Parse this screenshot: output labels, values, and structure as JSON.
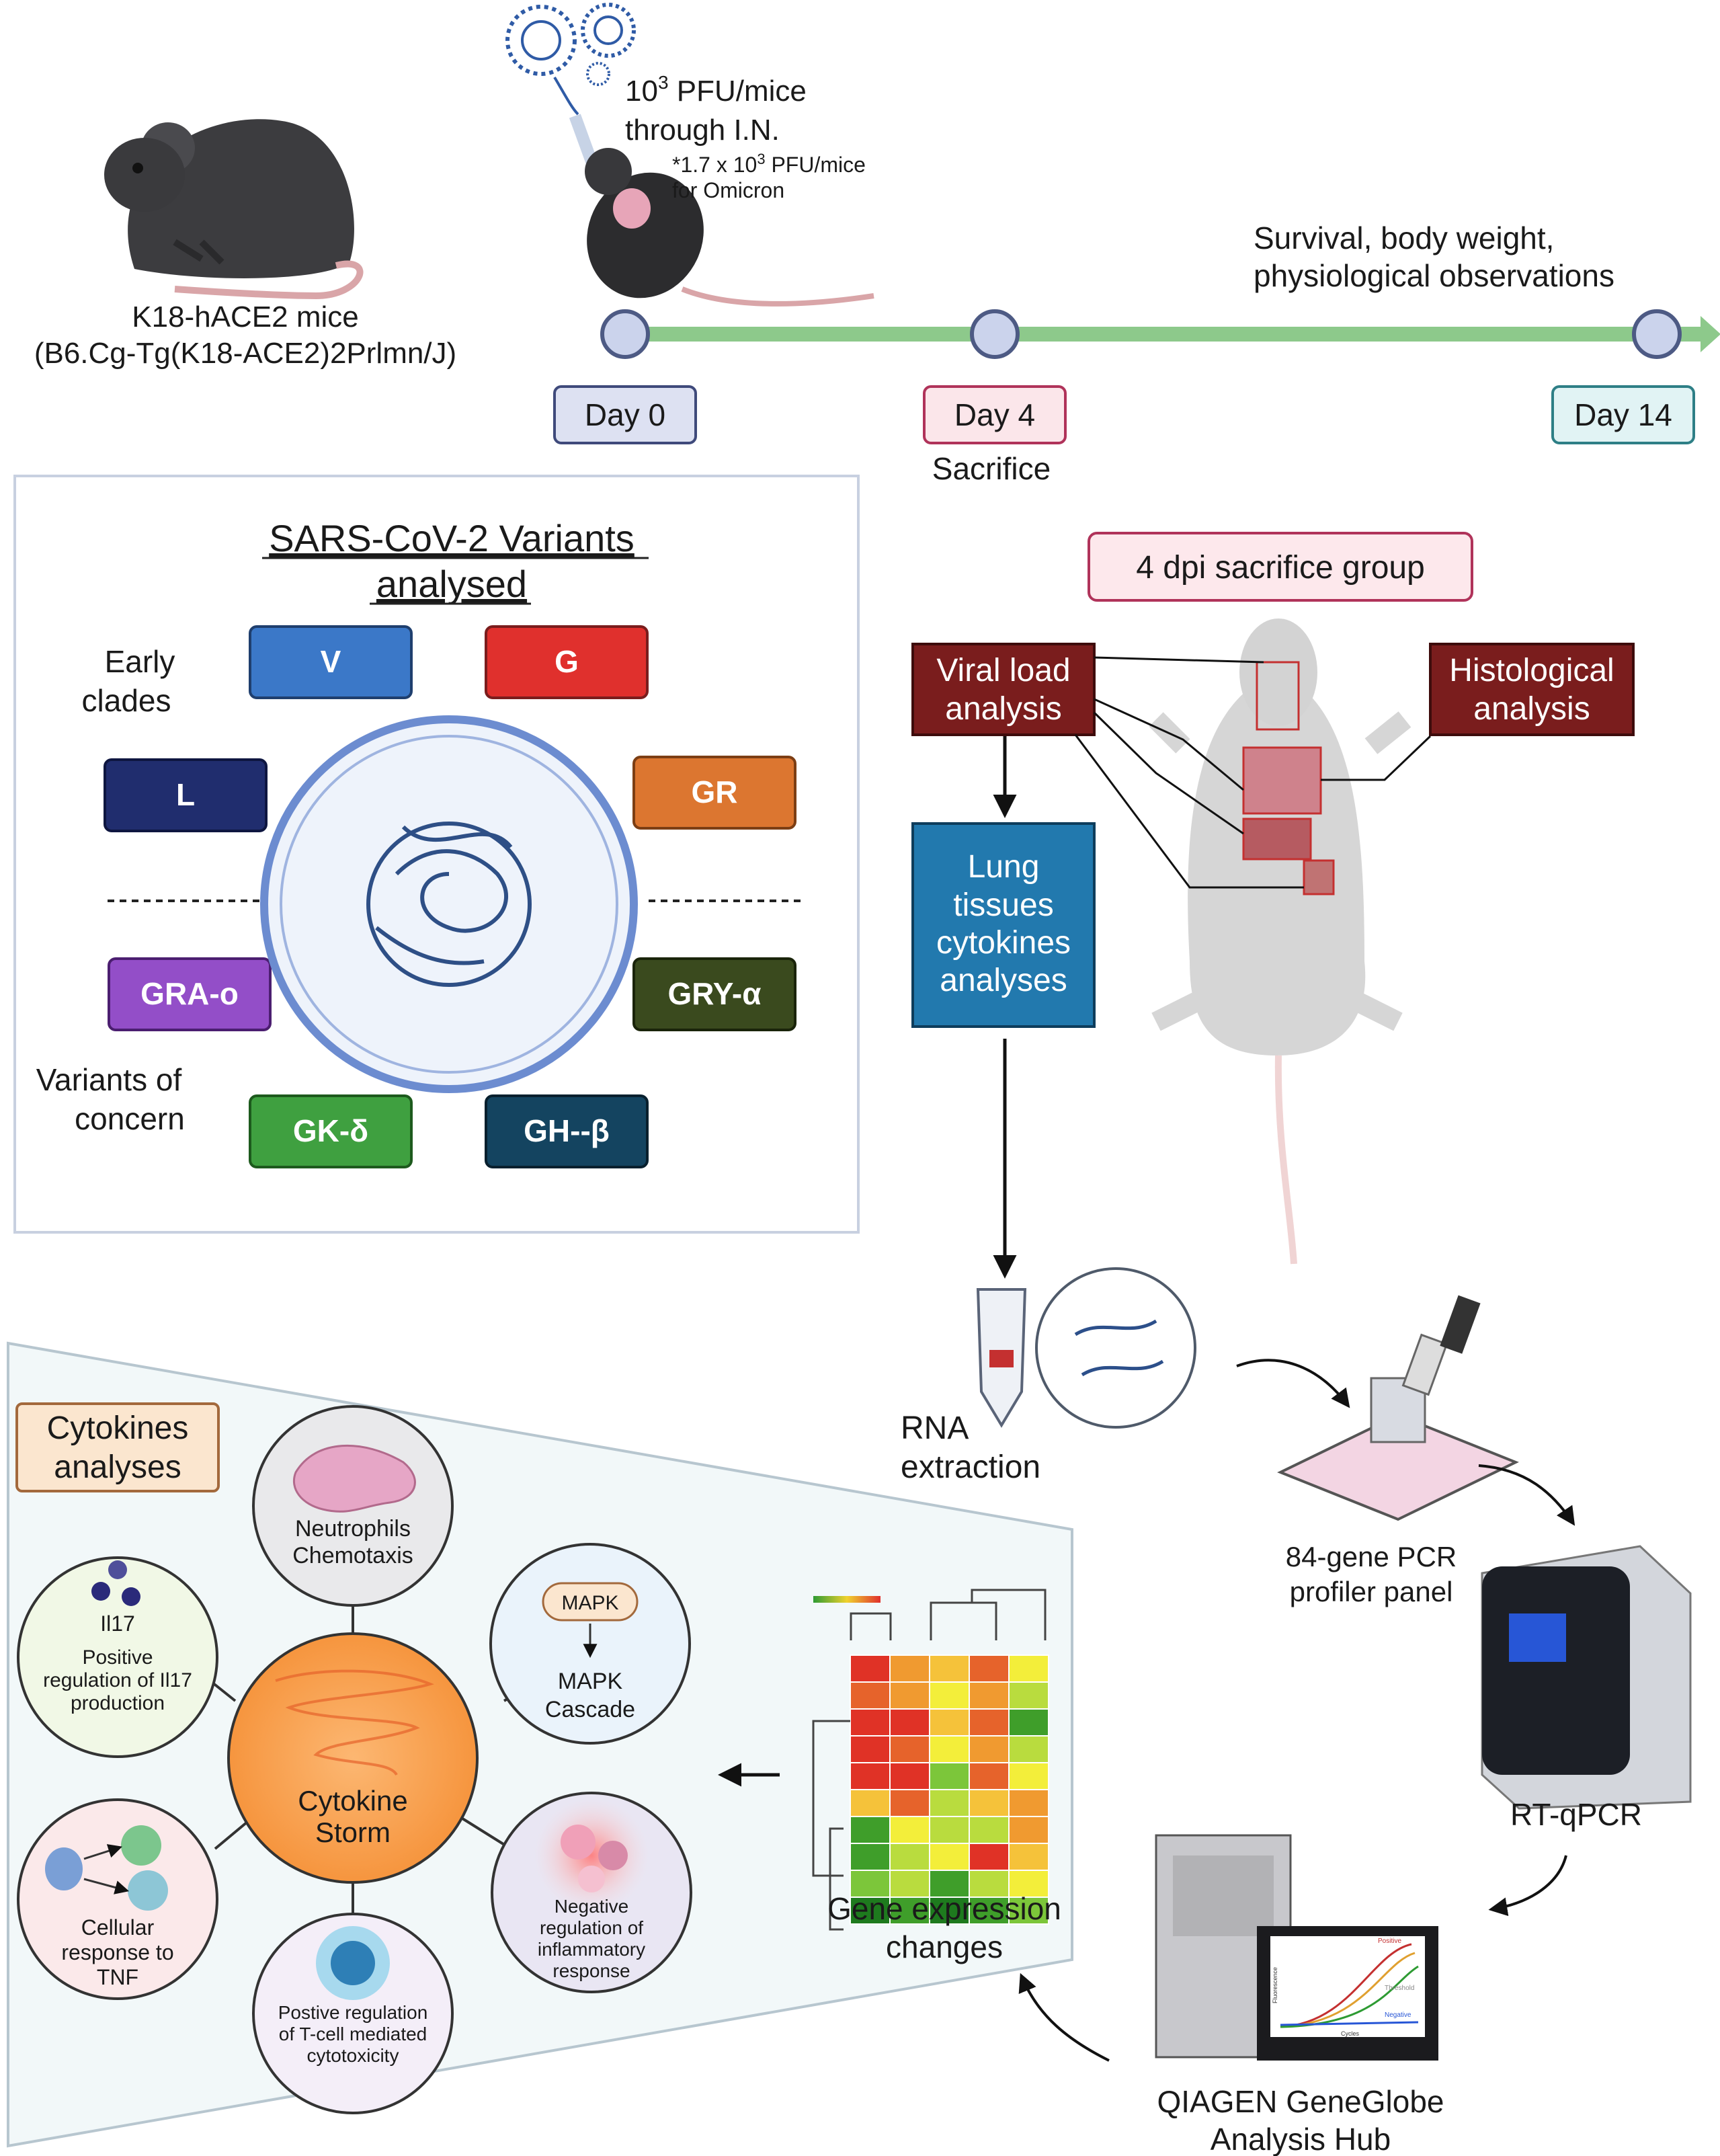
{
  "header": {
    "mice_label_1": "K18-hACE2 mice",
    "mice_label_2": "(B6.Cg-Tg(K18-ACE2)2Prlmn/J)",
    "dose_base": "10",
    "dose_exp": "3",
    "dose_unit": " PFU/mice",
    "dose_route": "through I.N.",
    "omicron_note_1_pre": "*1.7 x 10",
    "omicron_note_1_exp": "3",
    "omicron_note_1_post": " PFU/mice",
    "omicron_note_2": "for Omicron"
  },
  "timeline": {
    "observation_1": "Survival, body weight,",
    "observation_2": "physiological observations",
    "days": [
      {
        "label": "Day 0"
      },
      {
        "label": "Day 4",
        "sub": "Sacrifice"
      },
      {
        "label": "Day 14"
      }
    ]
  },
  "variants": {
    "title_1": "SARS-CoV-2 Variants",
    "title_2": "analysed",
    "early_1": "Early",
    "early_2": "clades",
    "concern_1": "Variants of",
    "concern_2": "concern",
    "items": [
      {
        "label": "V",
        "color": "#3b78c8"
      },
      {
        "label": "G",
        "color": "#e0302d"
      },
      {
        "label": "L",
        "color": "#202d6e"
      },
      {
        "label": "GR",
        "color": "#dc7630"
      },
      {
        "label": "GRA-o",
        "color": "#934ec8"
      },
      {
        "label": "GRY-α",
        "color": "#3a4a1e"
      },
      {
        "label": "GK-δ",
        "color": "#3fa040"
      },
      {
        "label": "GH--β",
        "color": "#144460"
      }
    ]
  },
  "sacrifice": {
    "group_label": "4 dpi sacrifice group",
    "viral_1": "Viral load",
    "viral_2": "analysis",
    "histo_1": "Histological",
    "histo_2": "analysis",
    "lung_1": "Lung",
    "lung_2": "tissues",
    "lung_3": "cytokines",
    "lung_4": "analyses"
  },
  "workflow": {
    "rna_1": "RNA",
    "rna_2": "extraction",
    "pcr_1": "84-gene PCR",
    "pcr_2": "profiler panel",
    "rtqpcr": "RT-qPCR",
    "hub_1": "QIAGEN GeneGlobe",
    "hub_2": "Analysis Hub",
    "gene_1": "Gene expression",
    "gene_2": "changes",
    "plot_legend": {
      "y_axis": "Fluorescence",
      "x_axis": "Cycles",
      "positive": "Positive",
      "negative": "Negative",
      "threshold": "Threshold"
    }
  },
  "cytokines": {
    "title_1": "Cytokines",
    "title_2": "analyses",
    "center_1": "Cytokine",
    "center_2": "Storm",
    "neutro_1": "Neutrophils",
    "neutro_2": "Chemotaxis",
    "il17_title": "Il17",
    "il17_1": "Positive",
    "il17_2": "regulation of Il17",
    "il17_3": "production",
    "mapk_box": "MAPK",
    "mapk_1": "MAPK",
    "mapk_2": "Cascade",
    "neg_1": "Negative",
    "neg_2": "regulation of",
    "neg_3": "inflammatory",
    "neg_4": "response",
    "tnf_1": "Cellular",
    "tnf_2": "response to",
    "tnf_3": "TNF",
    "tcell_1": "Postive regulation",
    "tcell_2": "of T-cell mediated",
    "tcell_3": "cytotoxicity"
  },
  "heatmap": {
    "colors": [
      "#1e7a1e",
      "#3f9e2a",
      "#7cc63a",
      "#b9dc3e",
      "#f3ee3a",
      "#f5c23a",
      "#f09a30",
      "#e6632b",
      "#e03226"
    ],
    "matrix": [
      [
        8,
        6,
        5,
        7,
        4
      ],
      [
        7,
        6,
        4,
        6,
        3
      ],
      [
        8,
        8,
        5,
        7,
        1
      ],
      [
        8,
        7,
        4,
        6,
        3
      ],
      [
        8,
        8,
        2,
        7,
        4
      ],
      [
        5,
        7,
        3,
        5,
        6
      ],
      [
        1,
        4,
        3,
        3,
        6
      ],
      [
        1,
        3,
        4,
        8,
        5
      ],
      [
        2,
        3,
        1,
        3,
        4
      ],
      [
        0,
        1,
        0,
        1,
        2
      ]
    ]
  },
  "colors": {
    "timeline": "#8dc98b",
    "dark_red": "#7a1d1d",
    "blue_box": "#2279ae",
    "storm": "#fba55a"
  }
}
